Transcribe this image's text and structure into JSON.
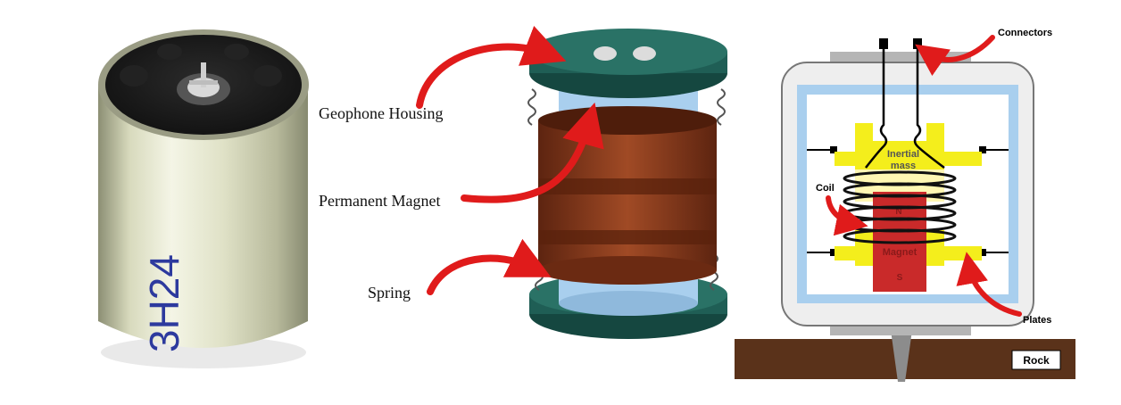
{
  "photo": {
    "printed_marking": "3H24"
  },
  "geophone_model": {
    "labels": {
      "housing": "Geophone Housing",
      "magnet": "Permanent Magnet",
      "spring": "Spring"
    }
  },
  "schematic": {
    "labels": {
      "connectors": "Connectors",
      "inertial_mass": "Inertial\nmass",
      "coil": "Coil",
      "magnet": "Magnet",
      "north": "N",
      "south": "S",
      "plates": "Plates",
      "rock": "Rock"
    }
  },
  "colors": {
    "arrow_red": "#e01b1b",
    "housing_teal": "#1f5e55",
    "magnet_blue": "#a9cfee",
    "coil_brown": "#8b3a1b",
    "plate_yellow": "#f4ee1c",
    "magnet_red": "#c92a2a",
    "rock_brown": "#5a321a"
  }
}
